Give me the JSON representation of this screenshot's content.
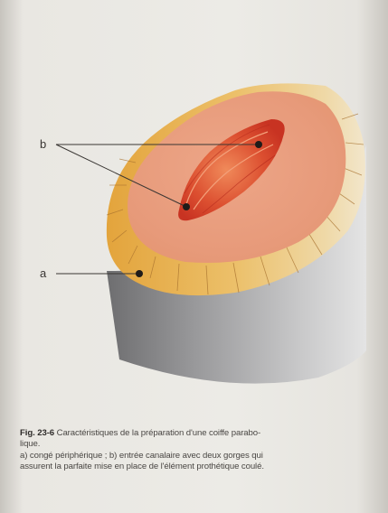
{
  "figure": {
    "labels": {
      "b": "b",
      "a": "a"
    },
    "colors": {
      "prep_face": "#e9a07e",
      "shoulder_band": "#e8b75a",
      "canal_entry": "#d8432a",
      "tooth_side": "#8e8e90"
    }
  },
  "caption": {
    "fig_number": "Fig. 23-6",
    "title_line1": "Caractéristiques de la préparation d'une coiffe parabo-",
    "title_line2": "lique.",
    "legend_line1": "a) congé périphérique ; b) entrée canalaire avec deux gorges qui",
    "legend_line2": "assurent la parfaite mise en place de l'élément prothétique coulé."
  }
}
